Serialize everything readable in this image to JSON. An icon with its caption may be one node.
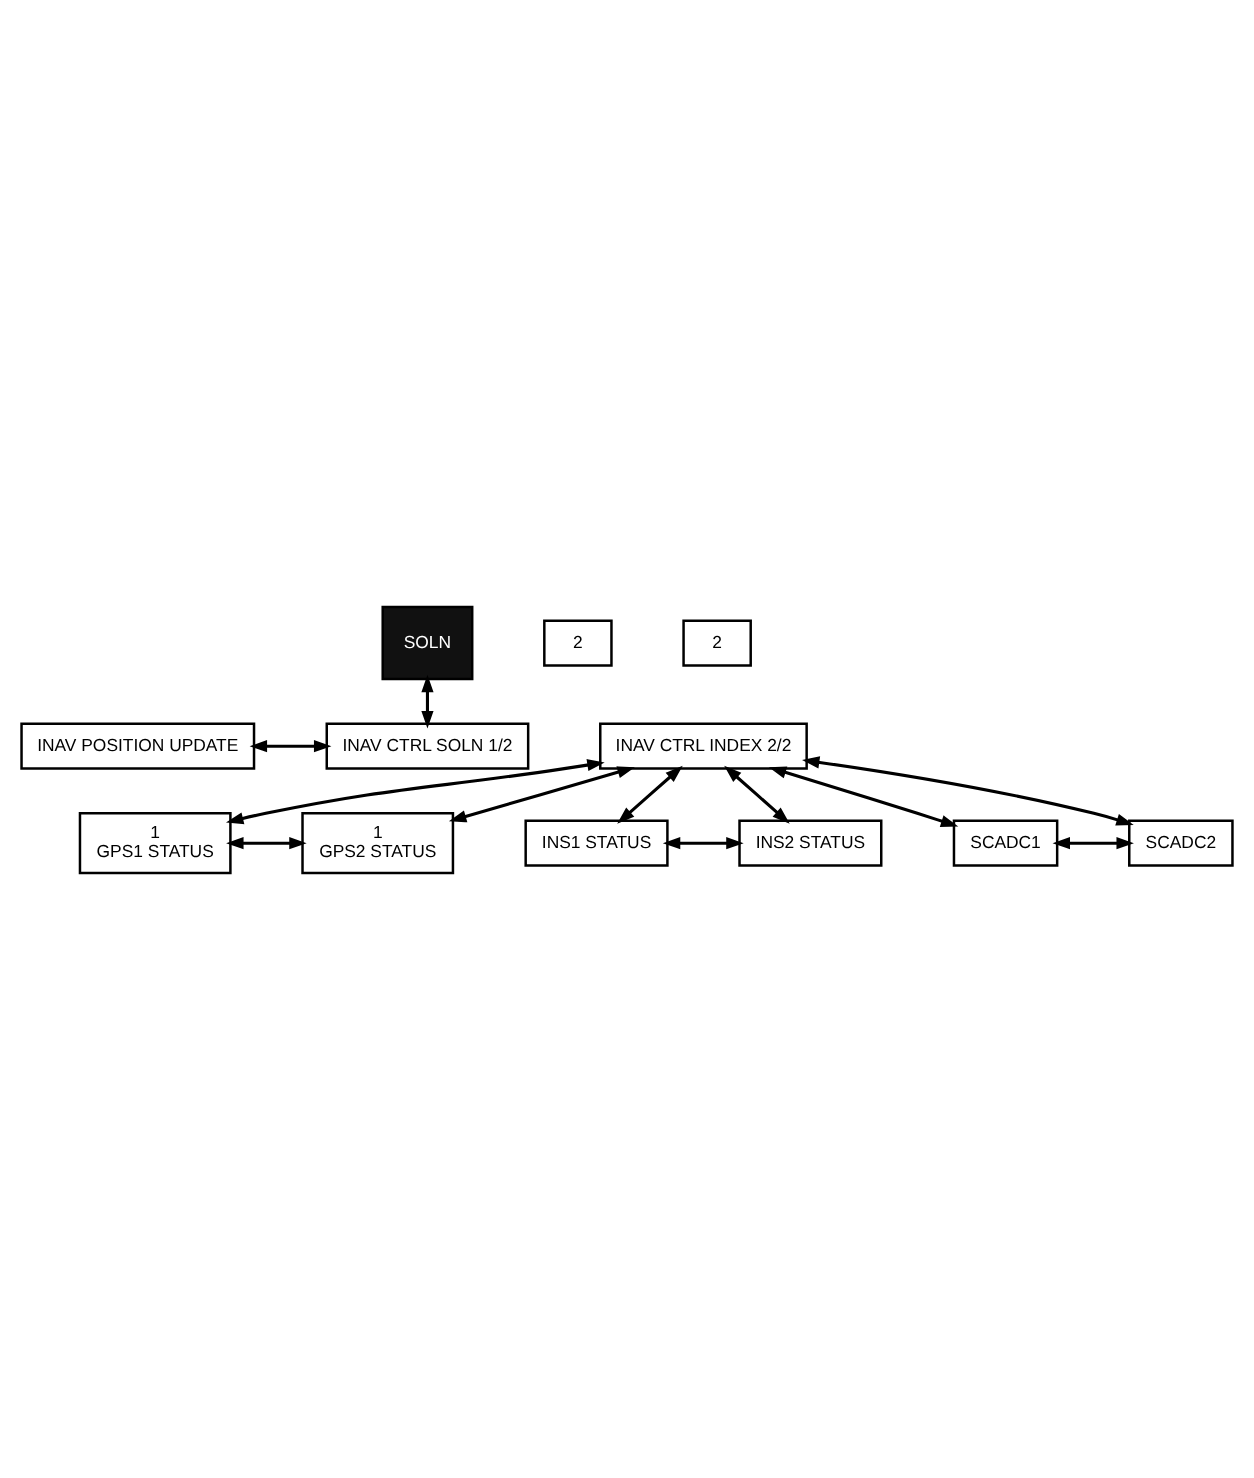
{
  "diagram": {
    "nodes": [
      {
        "text": [
          "SOLN"
        ]
      },
      {
        "text": [
          "INAV CTRL INDEX 2/2"
        ]
      },
      {
        "text": [
          "INAV POSITION UPDATE"
        ]
      },
      {
        "text": [
          "INAV CTRL SOLN 1/2"
        ]
      },
      {
        "text": [
          "2"
        ]
      },
      {
        "text": [
          "2"
        ]
      },
      {
        "text": [
          "1",
          "GPS1 STATUS"
        ]
      },
      {
        "text": [
          "1",
          "GPS2 STATUS"
        ]
      },
      {
        "text": [
          "INS1 STATUS"
        ]
      },
      {
        "text": [
          "INS2 STATUS"
        ]
      },
      {
        "text": [
          "SCADC1"
        ]
      },
      {
        "text": [
          "SCADC2"
        ]
      }
    ],
    "edges": [
      {
        "from": 0,
        "to": 3,
        "arrow": "both"
      },
      {
        "from": 2,
        "to": 3,
        "arrow": "both"
      },
      {
        "from": 1,
        "to": 6,
        "arrow": "both"
      },
      {
        "from": 1,
        "to": 8,
        "arrow": "both"
      },
      {
        "from": 1,
        "to": 10,
        "arrow": "both"
      },
      {
        "from": 1,
        "to": 7,
        "arrow": "both"
      },
      {
        "from": 1,
        "to": 9,
        "arrow": "both"
      },
      {
        "from": 1,
        "to": 11,
        "arrow": "both"
      },
      {
        "from": 6,
        "to": 7,
        "arrow": "both"
      },
      {
        "from": 8,
        "to": 9,
        "arrow": "both"
      },
      {
        "from": 10,
        "to": 11,
        "arrow": "both"
      }
    ]
  }
}
